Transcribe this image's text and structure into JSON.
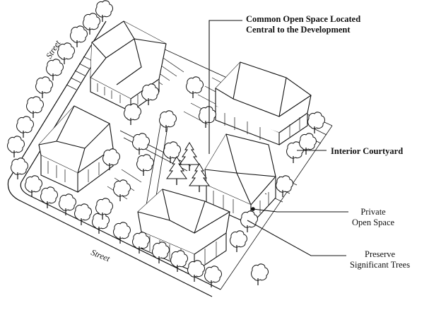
{
  "labels": {
    "common_open_space": [
      "Common Open Space Located",
      "Central to the Development"
    ],
    "interior_courtyard": "Interior Courtyard",
    "private_open_space": [
      "Private",
      "Open Space"
    ],
    "preserve_trees": [
      "Preserve",
      "Significant Trees"
    ],
    "street_left": "Street",
    "street_bottom": "Street"
  },
  "colors": {
    "ink": "#111111",
    "paper": "#ffffff"
  }
}
